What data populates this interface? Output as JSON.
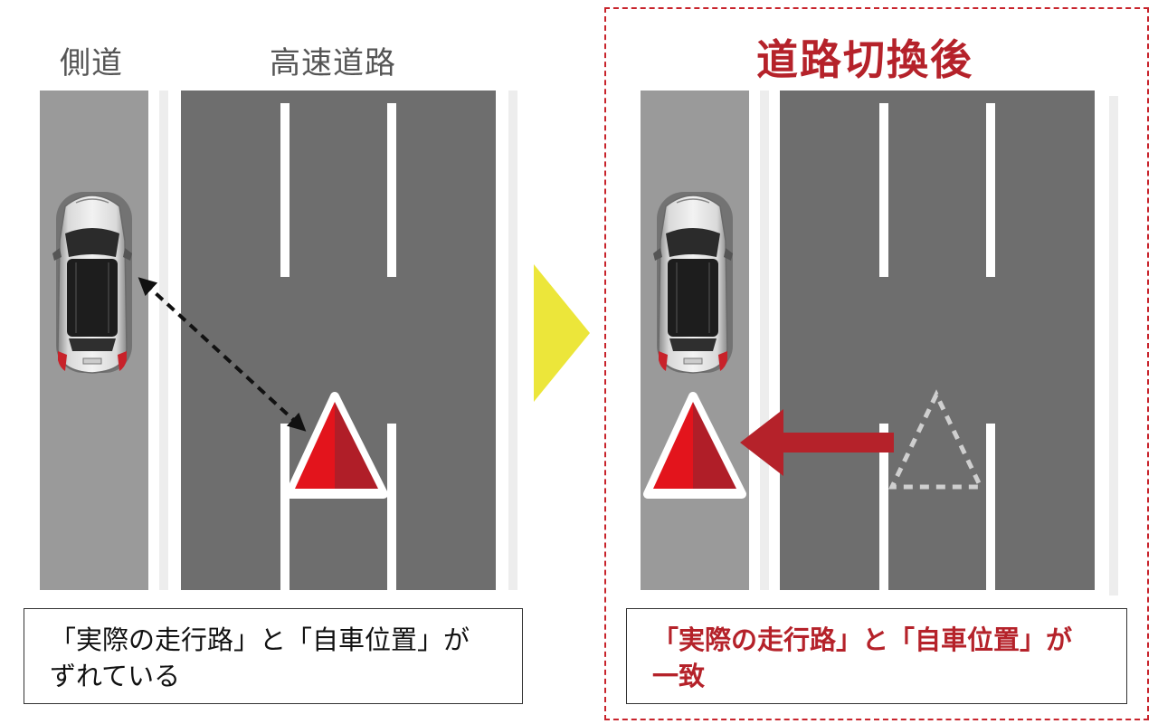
{
  "left_panel": {
    "side_road_label": "側道",
    "highway_label": "高速道路",
    "caption_line1": "「実際の走行路」と「自車位置」が",
    "caption_line2": "ずれている"
  },
  "right_panel": {
    "title": "道路切換後",
    "caption_line1": "「実際の走行路」と「自車位置」が",
    "caption_line2": "一致"
  },
  "colors": {
    "accent_red": "#b5222a",
    "arrow_yellow": "#ece63a",
    "road_dark": "#6e6e6e",
    "side_road": "#9a9a9a"
  }
}
